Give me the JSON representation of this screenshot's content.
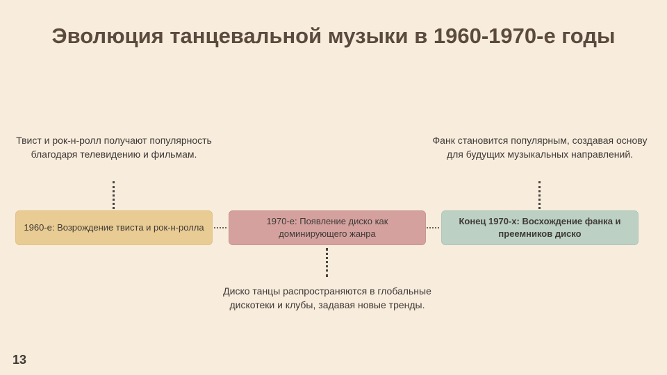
{
  "slide": {
    "title": "Эволюция танцевальной музыки в 1960-1970-е годы",
    "page_number": "13"
  },
  "timeline": {
    "events": [
      {
        "label": "1960-е: Возрождение твиста и рок-н-ролла",
        "caption": "Твист и рок-н-ролл получают популярность благодаря телевидению и фильмам.",
        "caption_position": "top",
        "color": "#e9cc94"
      },
      {
        "label": "1970-е: Появление диско как доминирующего жанра",
        "caption": "Диско танцы распространяются в глобальные дискотеки и клубы, задавая новые тренды.",
        "caption_position": "bottom",
        "color": "#d4a19f"
      },
      {
        "label": "Конец 1970-х: Восхождение фанка и преемников диско",
        "caption": "Фанк становится популярным, создавая основу для будущих музыкальных направлений.",
        "caption_position": "top",
        "color": "#bcd0c4"
      }
    ]
  },
  "colors": {
    "background": "#f8ecdc",
    "title": "#5b4a3e"
  }
}
